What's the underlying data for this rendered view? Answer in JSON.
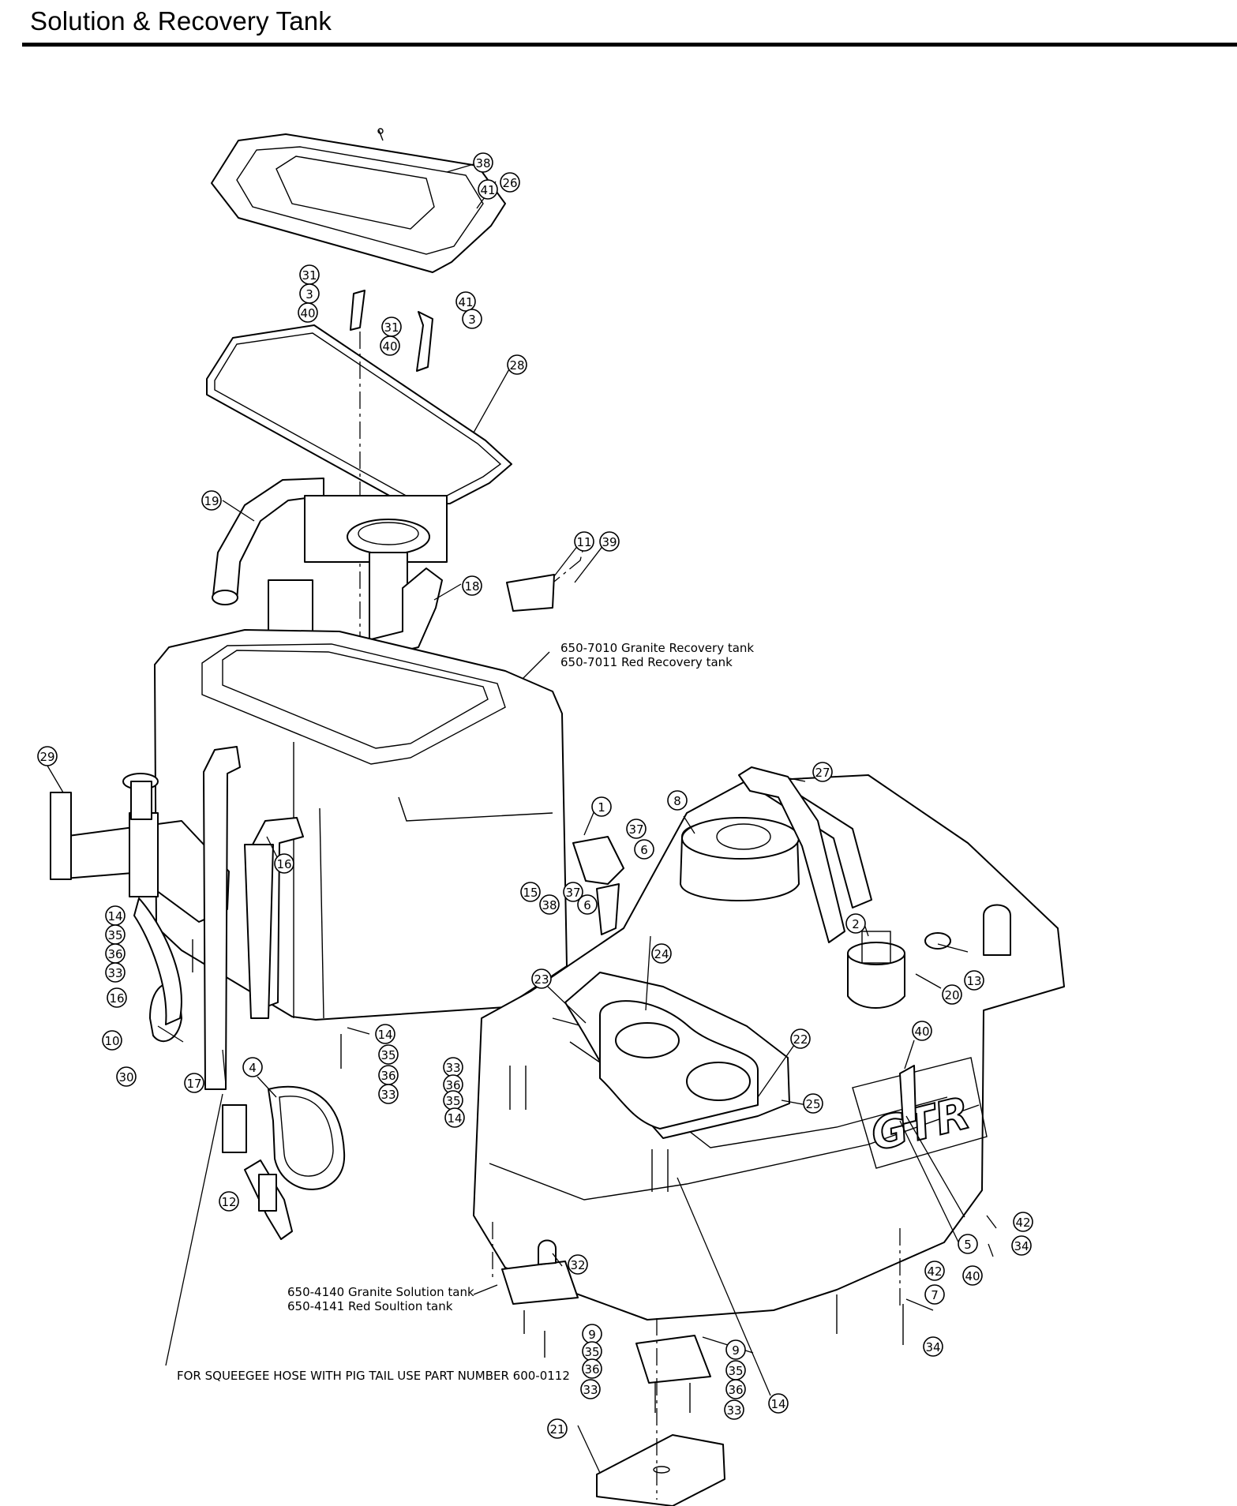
{
  "page": {
    "title": "Solution & Recovery Tank"
  },
  "notes": {
    "recovery_tank_line1": "650-7010 Granite Recovery tank",
    "recovery_tank_line2": "650-7011 Red Recovery tank",
    "solution_tank_line1": "650-4140 Granite Solution tank",
    "solution_tank_line2": "650-4141 Red Soultion tank",
    "squeegee_hose": "FOR SQUEEGEE HOSE WITH PIG TAIL USE PART NUMBER 600-0112"
  },
  "logo_text": "GTR",
  "callouts": [
    {
      "id": "c38a",
      "label": "38"
    },
    {
      "id": "c41a",
      "label": "41"
    },
    {
      "id": "c26",
      "label": "26"
    },
    {
      "id": "c31a",
      "label": "31"
    },
    {
      "id": "c3a",
      "label": "3"
    },
    {
      "id": "c40a",
      "label": "40"
    },
    {
      "id": "c41b",
      "label": "41"
    },
    {
      "id": "c3b",
      "label": "3"
    },
    {
      "id": "c31b",
      "label": "31"
    },
    {
      "id": "c40b",
      "label": "40"
    },
    {
      "id": "c28",
      "label": "28"
    },
    {
      "id": "c19",
      "label": "19"
    },
    {
      "id": "c11",
      "label": "11"
    },
    {
      "id": "c39",
      "label": "39"
    },
    {
      "id": "c18",
      "label": "18"
    },
    {
      "id": "c29",
      "label": "29"
    },
    {
      "id": "c16a",
      "label": "16"
    },
    {
      "id": "c1",
      "label": "1"
    },
    {
      "id": "c8",
      "label": "8"
    },
    {
      "id": "c27",
      "label": "27"
    },
    {
      "id": "c37a",
      "label": "37"
    },
    {
      "id": "c6a",
      "label": "6"
    },
    {
      "id": "c15",
      "label": "15"
    },
    {
      "id": "c38b",
      "label": "38"
    },
    {
      "id": "c37b",
      "label": "37"
    },
    {
      "id": "c6b",
      "label": "6"
    },
    {
      "id": "c14a",
      "label": "14"
    },
    {
      "id": "c35a",
      "label": "35"
    },
    {
      "id": "c36a",
      "label": "36"
    },
    {
      "id": "c33a",
      "label": "33"
    },
    {
      "id": "c16b",
      "label": "16"
    },
    {
      "id": "c10",
      "label": "10"
    },
    {
      "id": "c30",
      "label": "30"
    },
    {
      "id": "c17",
      "label": "17"
    },
    {
      "id": "c4",
      "label": "4"
    },
    {
      "id": "c14b",
      "label": "14"
    },
    {
      "id": "c35b",
      "label": "35"
    },
    {
      "id": "c36b",
      "label": "36"
    },
    {
      "id": "c33b",
      "label": "33"
    },
    {
      "id": "c2",
      "label": "2"
    },
    {
      "id": "c13",
      "label": "13"
    },
    {
      "id": "c20",
      "label": "20"
    },
    {
      "id": "c24",
      "label": "24"
    },
    {
      "id": "c23",
      "label": "23"
    },
    {
      "id": "c22",
      "label": "22"
    },
    {
      "id": "c40c",
      "label": "40"
    },
    {
      "id": "c33c",
      "label": "33"
    },
    {
      "id": "c36c",
      "label": "36"
    },
    {
      "id": "c35c",
      "label": "35"
    },
    {
      "id": "c14c",
      "label": "14"
    },
    {
      "id": "c25",
      "label": "25"
    },
    {
      "id": "c12",
      "label": "12"
    },
    {
      "id": "c42a",
      "label": "42"
    },
    {
      "id": "c34a",
      "label": "34"
    },
    {
      "id": "c5",
      "label": "5"
    },
    {
      "id": "c40d",
      "label": "40"
    },
    {
      "id": "c32",
      "label": "32"
    },
    {
      "id": "c42b",
      "label": "42"
    },
    {
      "id": "c7",
      "label": "7"
    },
    {
      "id": "c9a",
      "label": "9"
    },
    {
      "id": "c35d",
      "label": "35"
    },
    {
      "id": "c36d",
      "label": "36"
    },
    {
      "id": "c33d",
      "label": "33"
    },
    {
      "id": "c34b",
      "label": "34"
    },
    {
      "id": "c9b",
      "label": "9"
    },
    {
      "id": "c35e",
      "label": "35"
    },
    {
      "id": "c36e",
      "label": "36"
    },
    {
      "id": "c33e",
      "label": "33"
    },
    {
      "id": "c14d",
      "label": "14"
    },
    {
      "id": "c21",
      "label": "21"
    }
  ]
}
